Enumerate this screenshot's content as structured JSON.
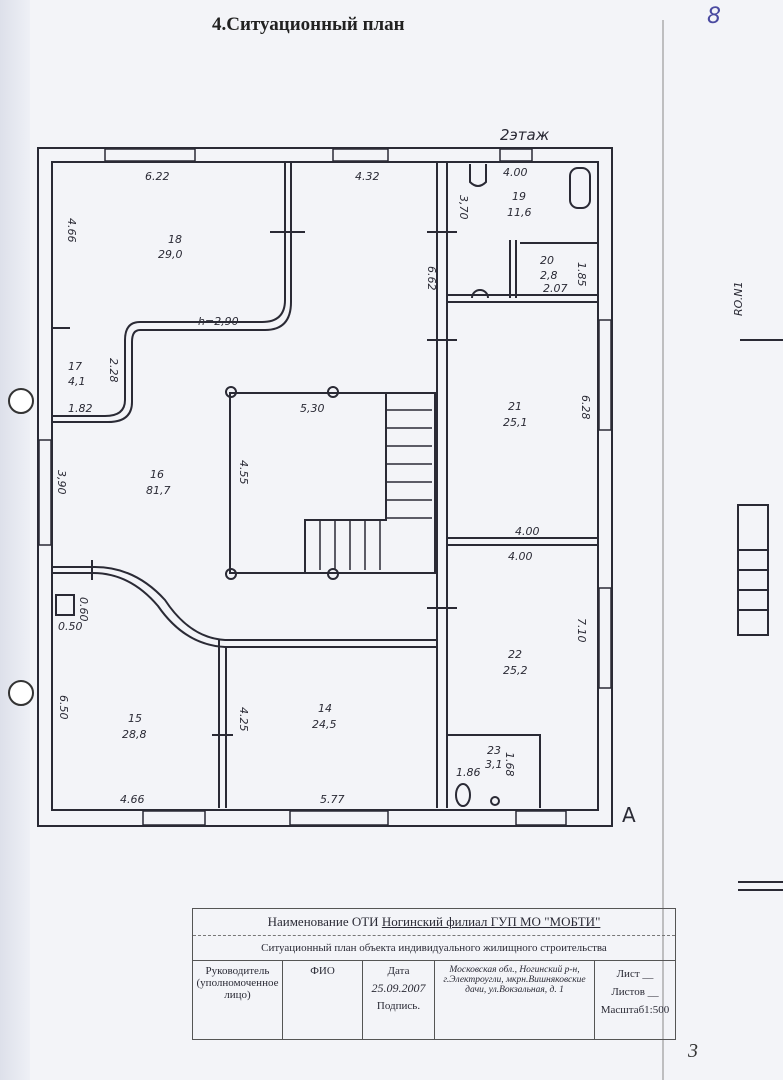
{
  "title": "4.Ситуационный план",
  "page_number_handwritten": "8",
  "floor_label": "2этаж",
  "side_label": "RO.N1",
  "section_mark": "А",
  "bottom_number": "3",
  "rooms": [
    {
      "number": "18",
      "area": "29,0"
    },
    {
      "number": "17",
      "area": "4,1"
    },
    {
      "number": "16",
      "area": "81,7"
    },
    {
      "number": "15",
      "area": "28,8"
    },
    {
      "number": "14",
      "area": "24,5"
    },
    {
      "number": "19",
      "area": "11,6"
    },
    {
      "number": "20",
      "area": "2,8"
    },
    {
      "number": "21",
      "area": "25,1"
    },
    {
      "number": "22",
      "area": "25,2"
    },
    {
      "number": "23",
      "area": "3,1"
    }
  ],
  "dimensions": {
    "d622": "6.22",
    "d432": "4.32",
    "d400top": "4.00",
    "d466": "4.66",
    "d370": "3,70",
    "d662": "6.62",
    "d185": "1.85",
    "d207": "2.07",
    "h": "h=2,90",
    "d228": "2.28",
    "d182": "1.82",
    "d530": "5,30",
    "d455": "4.55",
    "d628": "6.28",
    "d390": "3,90",
    "d400a": "4.00",
    "d400b": "4.00",
    "d060": "0.60",
    "d050": "0.50",
    "d710": "7.10",
    "d650": "6.50",
    "d425": "4.25",
    "d466b": "4.66",
    "d577": "5.77",
    "d186": "1.86",
    "d168": "1.68"
  },
  "title_block": {
    "org_prefix": "Наименование ОТИ",
    "org_name": "Ногинский филиал ГУП МО \"МОБТИ\"",
    "subtitle": "Ситуационный план объекта индивидуального жилищного строительства",
    "head_label": "Руководитель (уполномоченное лицо)",
    "fio_label": "ФИО",
    "date_label": "Дата",
    "date_value": "25.09.2007",
    "signature_label": "Подпись.",
    "address": "Московская обл., Ногинский р-н, г.Электроугли, мкрн.Вишняковские дачи, ул.Вокзальная, д. 1",
    "sheet_label": "Лист __",
    "sheets_label": "Листов __",
    "scale_label": "Масштаб1:500"
  }
}
